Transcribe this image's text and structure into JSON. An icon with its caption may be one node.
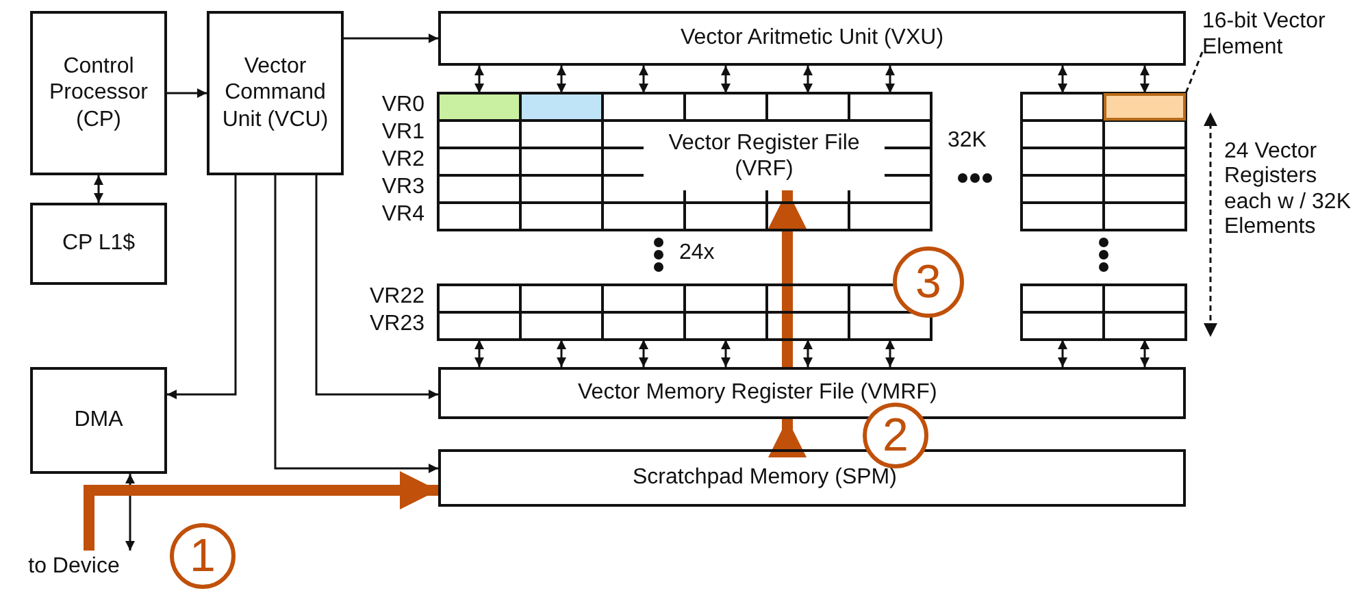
{
  "diagram": {
    "nodes": [
      {
        "text": [
          "Control Processor (CP)"
        ]
      },
      {
        "text": [
          "Vector Command Unit (VCU)"
        ]
      },
      {
        "text": [
          "Vector Aritmetic Unit (VXU)"
        ]
      },
      {
        "text": [
          "16-bit Vector Element"
        ]
      },
      {
        "text": [
          "CP L1$"
        ]
      },
      {
        "text": [
          "Vector Register File (VRF)"
        ]
      },
      {
        "text": [],
        "shape": "box",
        "in": 5
      },
      {
        "text": [
          "Vector Memory Register File (VMRF)"
        ]
      },
      {
        "text": [
          "DMA"
        ]
      },
      {
        "text": [
          "Scratchpad Memory (SPM)"
        ]
      },
      {
        "text": [
          "to Device"
        ]
      }
    ],
    "edges": [
      {
        "from": 0,
        "to": 1,
        "arrow": "to"
      },
      {
        "from": 0,
        "to": 4,
        "arrow": "both"
      },
      {
        "from": 1,
        "to": 2,
        "arrow": "to"
      },
      {
        "from": 1,
        "to": 8,
        "arrow": "to"
      },
      {
        "from": 1,
        "to": 9,
        "arrow": "to"
      },
      {
        "from": 1,
        "to": 7,
        "arrow": "to"
      },
      {
        "from": 2,
        "to": 5,
        "arrow": "both"
      },
      {
        "from": 2,
        "to": 5,
        "arrow": "both"
      },
      {
        "from": 2,
        "to": 5,
        "arrow": "both"
      },
      {
        "from": 2,
        "to": 5,
        "arrow": "both"
      },
      {
        "from": 2,
        "to": 5,
        "arrow": "both"
      },
      {
        "from": 2,
        "to": 5,
        "arrow": "both"
      },
      {
        "from": 2,
        "to": 5,
        "arrow": "both"
      },
      {
        "from": 2,
        "to": 5,
        "arrow": "both"
      },
      {
        "from": 5,
        "to": 7,
        "arrow": "both"
      },
      {
        "from": 5,
        "to": 7,
        "arrow": "both"
      },
      {
        "from": 5,
        "to": 7,
        "arrow": "both"
      },
      {
        "from": 5,
        "to": 7,
        "arrow": "both"
      },
      {
        "from": 5,
        "to": 7,
        "arrow": "both"
      },
      {
        "from": 5,
        "to": 7,
        "arrow": "both"
      },
      {
        "from": 5,
        "to": 7,
        "arrow": "both"
      },
      {
        "from": 5,
        "to": 7,
        "arrow": "both"
      },
      {
        "from": 8,
        "to": 10,
        "arrow": "both"
      },
      {
        "from": 10,
        "to": 9,
        "arrow": "to",
        "style": "thick",
        "color": "#c0500a"
      },
      {
        "from": 9,
        "to": 7,
        "arrow": "to",
        "style": "thick",
        "color": "#c0500a"
      },
      {
        "from": 7,
        "to": 5,
        "arrow": "to",
        "style": "thick",
        "color": "#c0500a"
      },
      {
        "from": 3,
        "to": 6,
        "arrow": "none",
        "style": "dashed"
      }
    ],
    "labels": [
      "VR0",
      "VR1",
      "VR2",
      "VR3",
      "VR4",
      "32K",
      "24 Vector Registers each w / 32K Elements",
      "24x",
      "VR22",
      "VR23",
      "3",
      "2",
      "1"
    ]
  }
}
